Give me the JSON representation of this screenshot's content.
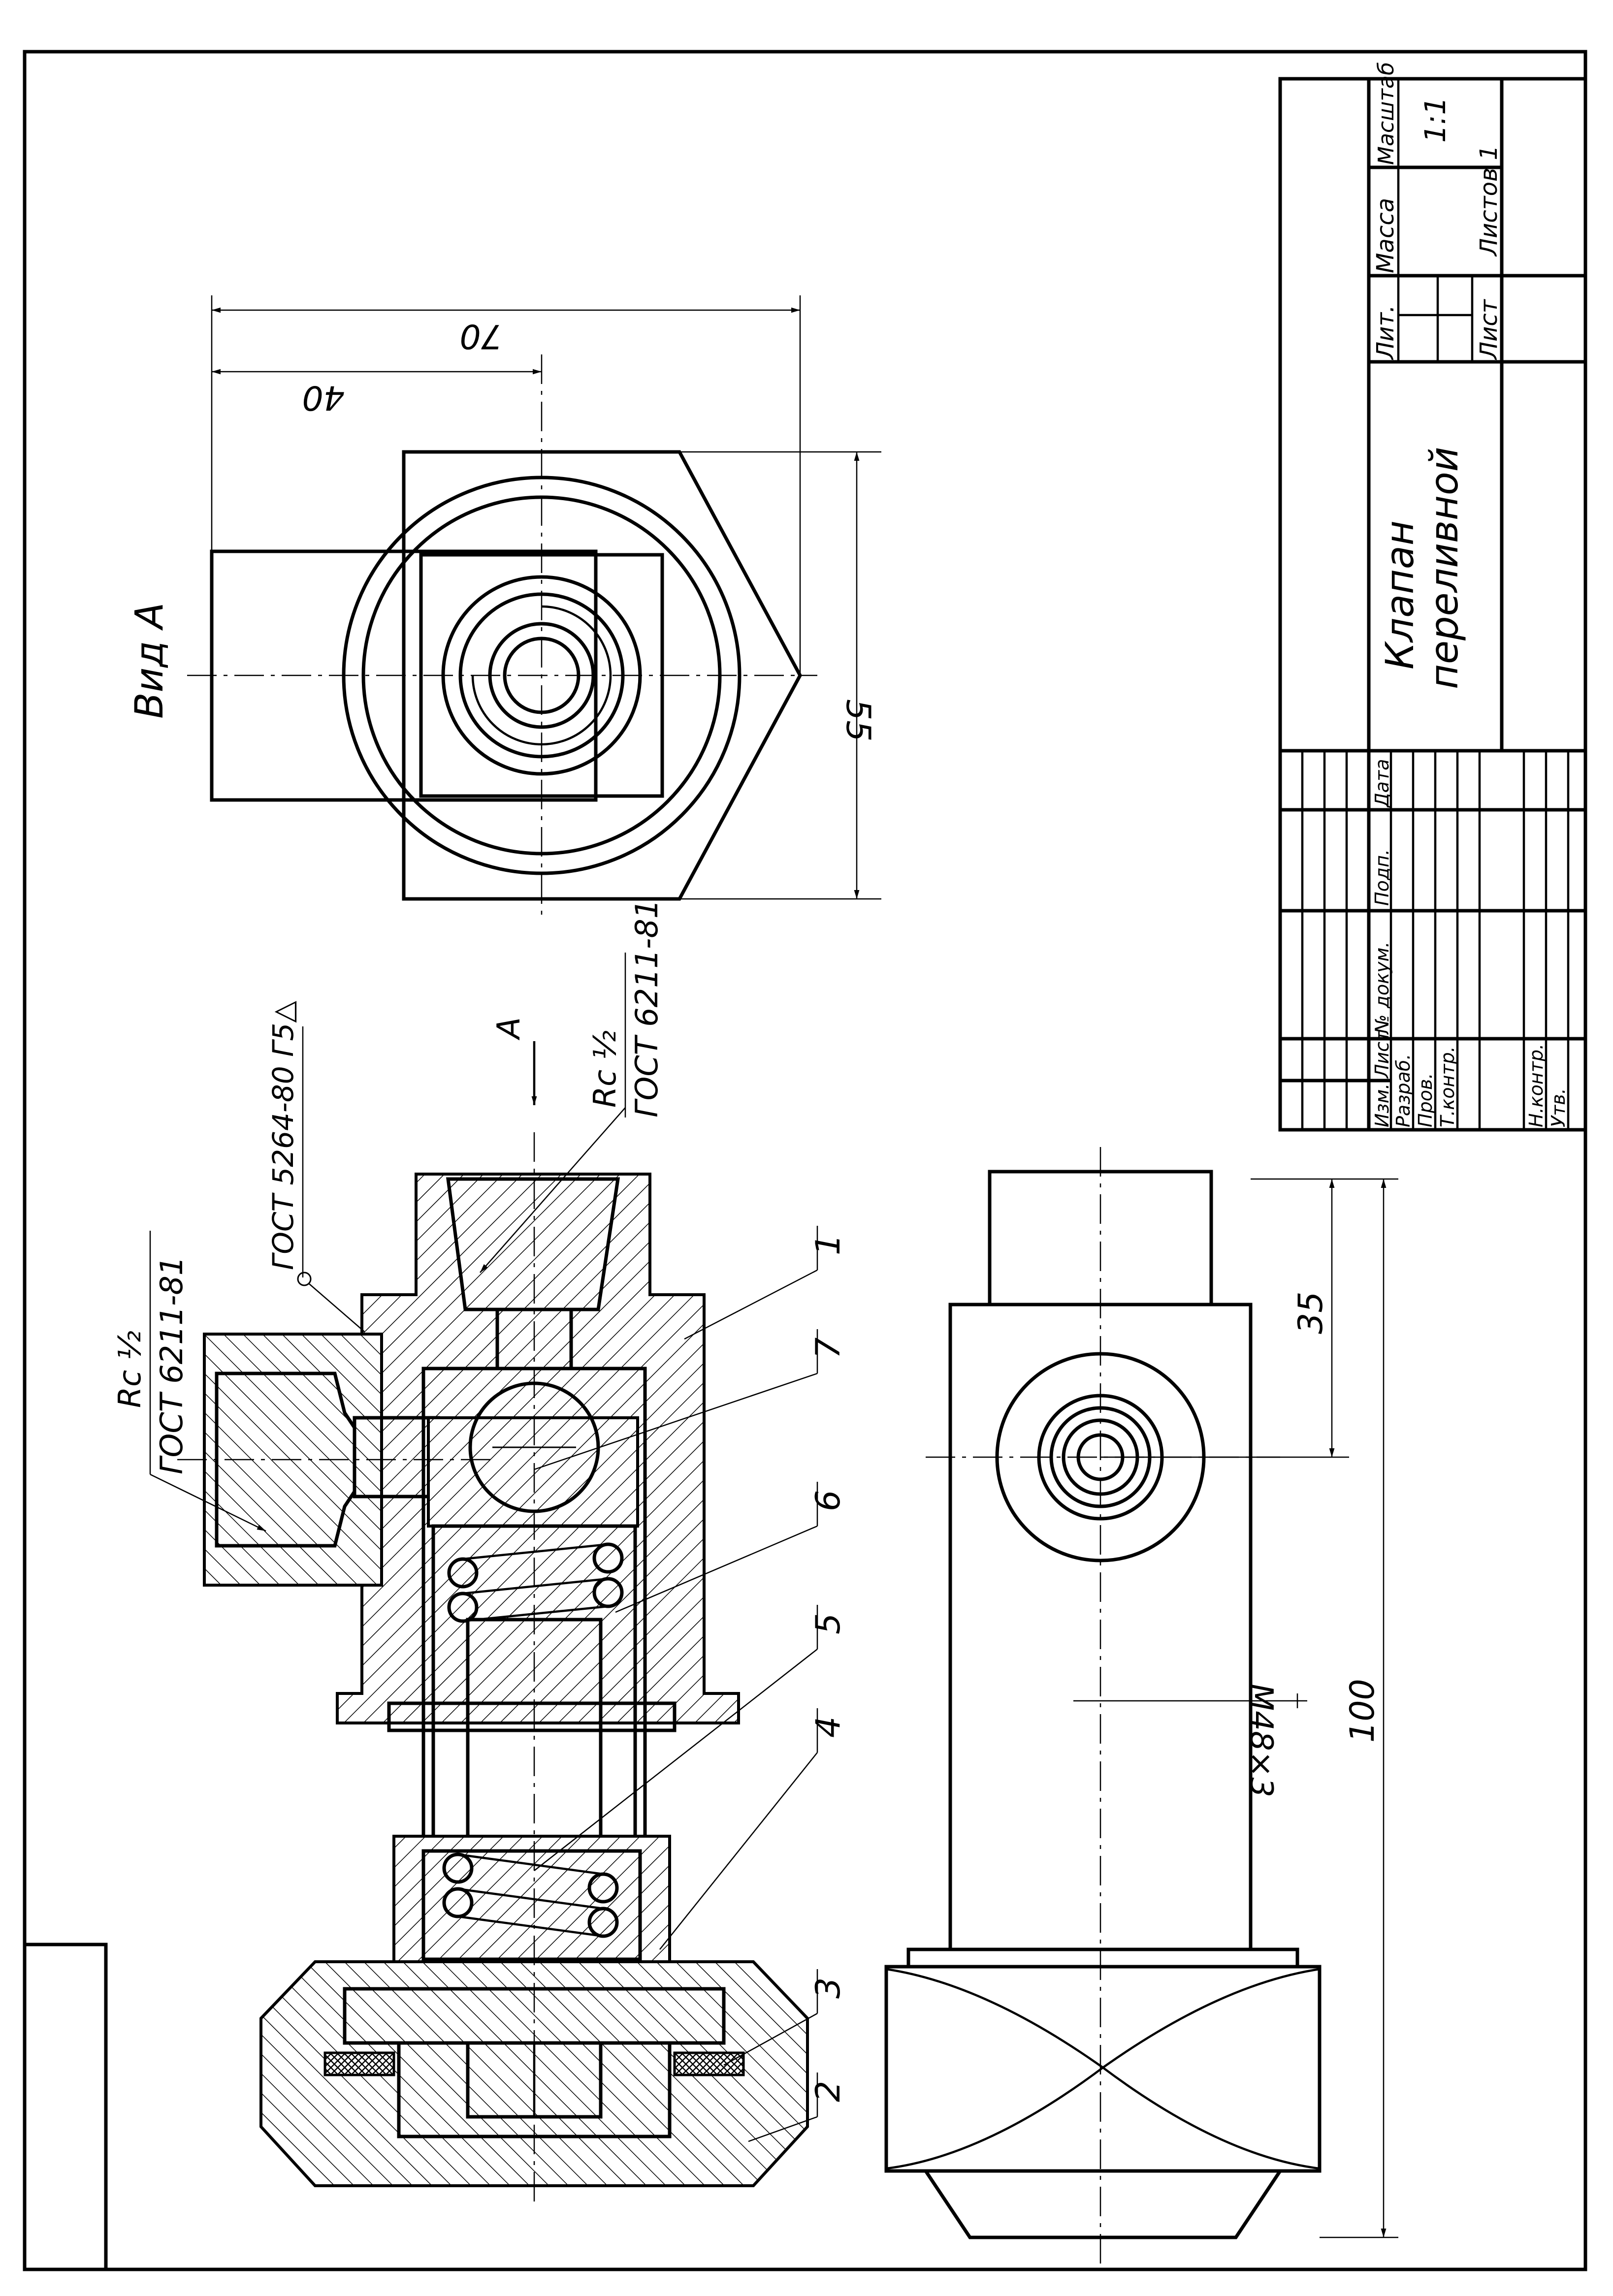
{
  "view_label": "Вид А",
  "view_arrow_label": "А",
  "dimensions": {
    "top_width": "70",
    "top_partial": "40",
    "top_height": "55",
    "front_35": "35",
    "front_100": "100",
    "thread": "M48×3"
  },
  "thread_notes": {
    "upper_rc": "Rc ½",
    "upper_gost": "ГОСТ 6211-81",
    "lower_rc": "Rc ½",
    "lower_gost": "ГОСТ 6211-81",
    "weld_gost": "ГОСТ 5264-80 Г5△"
  },
  "callouts": [
    "1",
    "7",
    "6",
    "5",
    "4",
    "3",
    "2"
  ],
  "title_block": {
    "name_line1": "Клапан",
    "name_line2": "переливной",
    "headers": {
      "lit": "Лит.",
      "massa": "Масса",
      "masshtab": "Масштаб",
      "scale": "1:1",
      "list": "Лист",
      "listov": "Листов 1"
    },
    "rev_headers": [
      "Изм.",
      "Лист",
      "№ докум.",
      "Подп.",
      "Дата"
    ],
    "roles": [
      "Разраб.",
      "Пров.",
      "Т.контр.",
      "Н.контр.",
      "Утв."
    ]
  }
}
